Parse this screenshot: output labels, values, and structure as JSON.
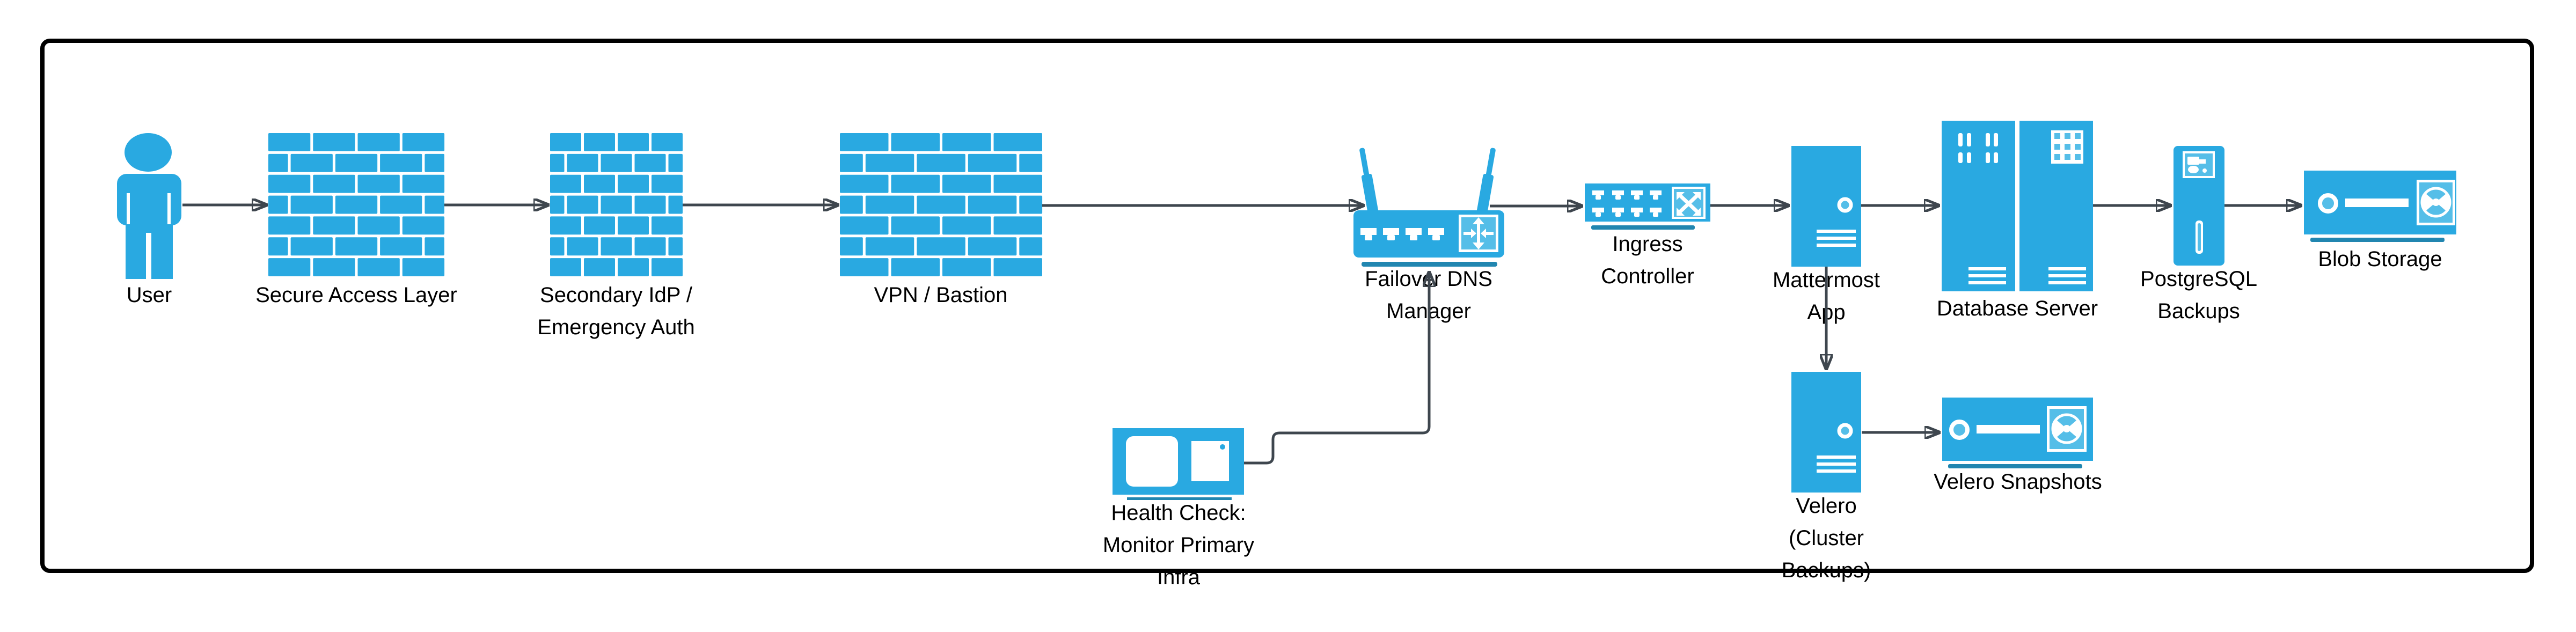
{
  "diagram": {
    "kind": "infrastructure-flow-diagram",
    "background": "#ffffff",
    "frame_border_color": "#000000"
  },
  "colors": {
    "icon_blue": "#29A9E1",
    "icon_blue_light": "#55BEE8",
    "icon_shadow_bar": "#2186B0",
    "connector": "#3E464E",
    "text": "#000000"
  },
  "nodes": {
    "user": {
      "label_lines": [
        "User"
      ],
      "icon": "person-icon"
    },
    "secure_access_layer": {
      "label_lines": [
        "Secure Access Layer"
      ],
      "icon": "firewall-icon"
    },
    "secondary_idp": {
      "label_lines": [
        "Secondary IdP /",
        "Emergency Auth"
      ],
      "icon": "firewall-icon"
    },
    "vpn_bastion": {
      "label_lines": [
        "VPN / Bastion"
      ],
      "icon": "firewall-icon"
    },
    "failover_dns": {
      "label_lines": [
        "Failover DNS",
        "Manager"
      ],
      "icon": "wireless-router-icon"
    },
    "ingress_controller": {
      "label_lines": [
        "Ingress",
        "Controller"
      ],
      "icon": "network-switch-icon"
    },
    "mattermost_app": {
      "label_lines": [
        "Mattermost",
        "App"
      ],
      "icon": "server-tower-icon"
    },
    "database_server": {
      "label_lines": [
        "Database Server"
      ],
      "icon": "server-rack-pair-icon"
    },
    "postgresql_backups": {
      "label_lines": [
        "PostgreSQL",
        "Backups"
      ],
      "icon": "backup-server-icon"
    },
    "blob_storage": {
      "label_lines": [
        "Blob Storage"
      ],
      "icon": "storage-appliance-icon"
    },
    "health_check": {
      "label_lines": [
        "Health Check:",
        "Monitor Primary",
        "Infra"
      ],
      "icon": "monitor-icon"
    },
    "velero": {
      "label_lines": [
        "Velero",
        "(Cluster",
        "Backups)"
      ],
      "icon": "server-tower-icon"
    },
    "velero_snapshots": {
      "label_lines": [
        "Velero Snapshots"
      ],
      "icon": "storage-appliance-icon"
    }
  },
  "edges": [
    {
      "from": "user",
      "to": "secure_access_layer"
    },
    {
      "from": "secure_access_layer",
      "to": "secondary_idp"
    },
    {
      "from": "secondary_idp",
      "to": "vpn_bastion"
    },
    {
      "from": "vpn_bastion",
      "to": "failover_dns"
    },
    {
      "from": "failover_dns",
      "to": "ingress_controller"
    },
    {
      "from": "ingress_controller",
      "to": "mattermost_app"
    },
    {
      "from": "mattermost_app",
      "to": "database_server"
    },
    {
      "from": "database_server",
      "to": "postgresql_backups"
    },
    {
      "from": "postgresql_backups",
      "to": "blob_storage"
    },
    {
      "from": "mattermost_app",
      "to": "velero"
    },
    {
      "from": "velero",
      "to": "velero_snapshots"
    },
    {
      "from": "health_check",
      "to": "failover_dns"
    }
  ]
}
